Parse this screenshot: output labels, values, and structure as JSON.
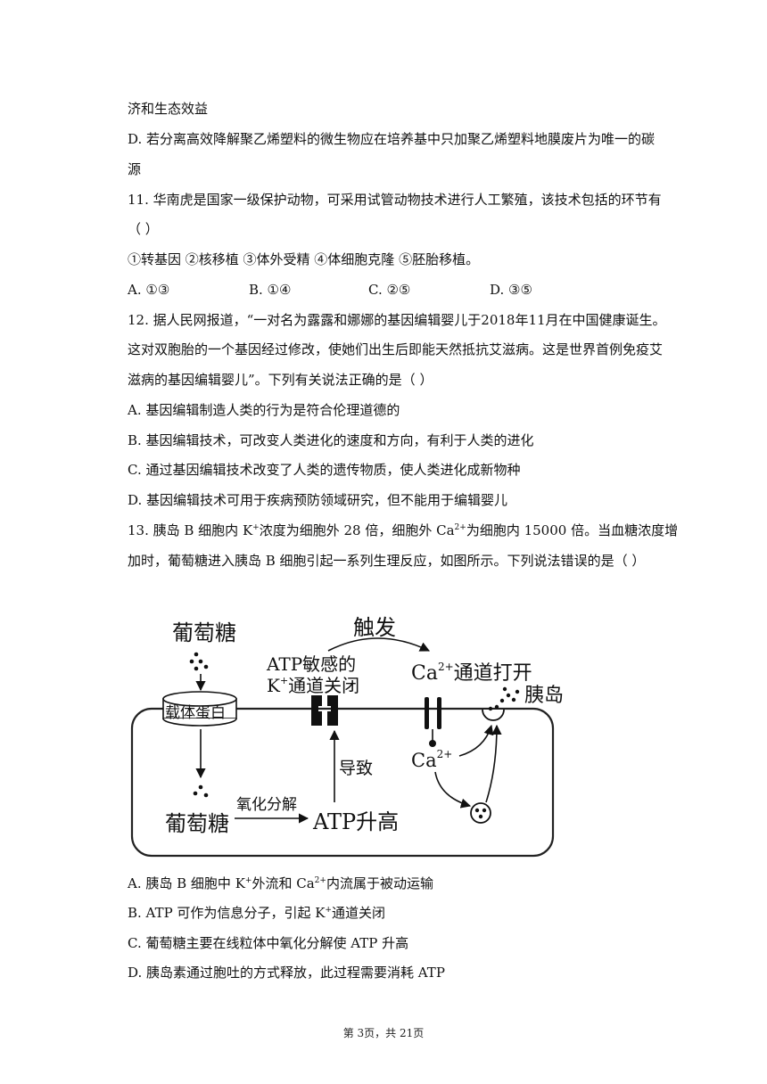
{
  "lines": [
    "济和生态效益",
    "D.  若分离高效降解聚乙烯塑料的微生物应在培养基中只加聚乙烯塑料地膜废片为唯一的碳",
    "源",
    "11.    华南虎是国家一级保护动物，可采用试管动物技术进行人工繁殖，该技术包括的环节有",
    "（        ）",
    "①转基因  ②核移植  ③体外受精  ④体细胞克隆  ⑤胚胎移植。"
  ],
  "q11_options": [
    "A. ①③",
    "B. ①④",
    "C. ②⑤",
    "D. ③⑤"
  ],
  "q12": {
    "lines": [
      "12.    据人民网报道，“一对名为露露和娜娜的基因编辑婴儿于2018年11月在中国健康诞生。",
      "这对双胞胎的一个基因经过修改，使她们出生后即能天然抵抗艾滋病。这是世界首例免疫艾",
      "滋病的基因编辑婴儿”。下列有关说法正确的是（        ）",
      "A.  基因编辑制造人类的行为是符合伦理道德的",
      "B.  基因编辑技术，可改变人类进化的速度和方向，有利于人类的进化",
      "C.  通过基因编辑技术改变了人类的遗传物质，使人类进化成新物种",
      "D.  基因编辑技术可用于疾病预防领域研究，但不能用于编辑婴儿"
    ]
  },
  "q13": {
    "line1_a": "13.    胰岛 B 细胞内 K",
    "line1_b": "浓度为细胞外 28 倍，细胞外 Ca",
    "line1_c": "为细胞内 15000 倍。当血糖浓度增",
    "line2": "加时，葡萄糖进入胰岛 B 细胞引起一系列生理反应，如图所示。下列说法错误的是（        ）",
    "sup_plus": "+",
    "sup_2plus": "2+",
    "optA_a": "A.  胰岛 B 细胞中 K",
    "optA_b": "外流和 Ca",
    "optA_c": "内流属于被动运输",
    "optB_a": "B. ATP 可作为信息分子，引起 K",
    "optB_b": "通道关闭",
    "optC": "C.  葡萄糖主要在线粒体中氧化分解使 ATP 升高",
    "optD": "D.  胰岛素通过胞吐的方式释放，此过程需要消耗 ATP"
  },
  "diagram": {
    "glucose_top": "葡萄糖",
    "carrier": "载体蛋白",
    "atp_sensitive_1": "ATP敏感的",
    "atp_sensitive_2": "K",
    "atp_sensitive_2b": "通道关闭",
    "trigger": "触发",
    "ca_open_a": "Ca",
    "ca_open_b": "通道打开",
    "insulin": "胰岛素",
    "cause": "导致",
    "ca_inside": "Ca",
    "glucose_bottom": "葡萄糖",
    "oxidation": "氧化分解",
    "atp_rise": "ATP升高",
    "sup_plus": "+",
    "sup_2plus": "2+"
  },
  "footer": "第 3页，共 21页"
}
